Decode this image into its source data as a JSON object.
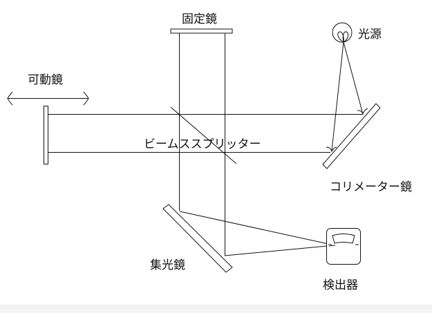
{
  "labels": {
    "fixed_mirror": "固定鏡",
    "light_source": "光源",
    "moving_mirror": "可動鏡",
    "beam_splitter": "ビームススプリッター",
    "collimator_mirror": "コリメーター鏡",
    "condenser_mirror": "集光鏡",
    "detector": "検出器"
  }
}
